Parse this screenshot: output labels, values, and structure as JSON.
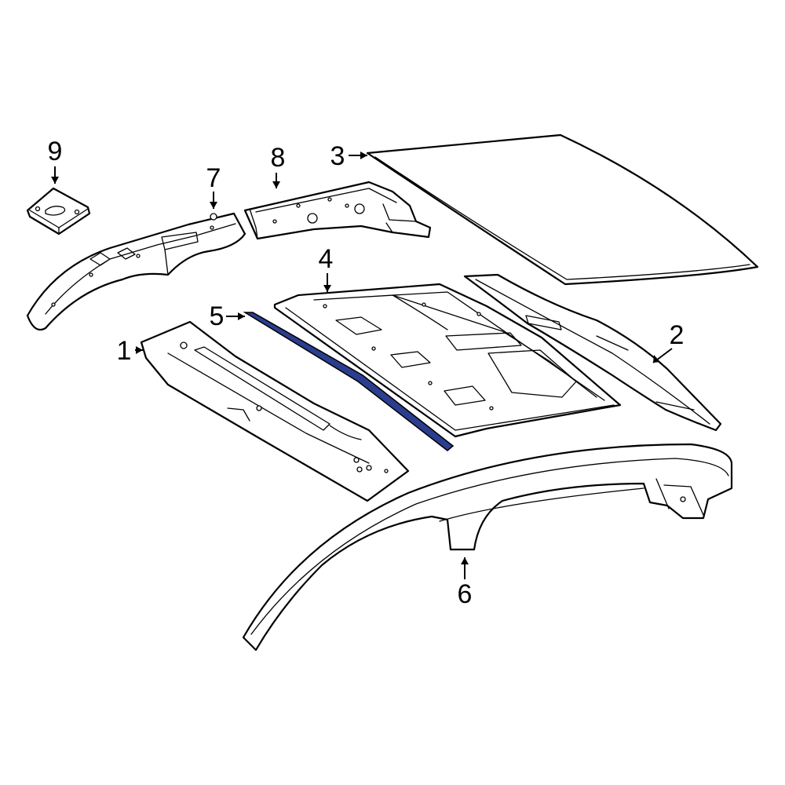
{
  "diagram": {
    "highlight_color": "#2b3d8f",
    "line_color": "#000000",
    "background": "#ffffff",
    "callouts": [
      {
        "id": "1",
        "label": "1"
      },
      {
        "id": "2",
        "label": "2"
      },
      {
        "id": "3",
        "label": "3"
      },
      {
        "id": "4",
        "label": "4"
      },
      {
        "id": "5",
        "label": "5"
      },
      {
        "id": "6",
        "label": "6"
      },
      {
        "id": "7",
        "label": "7"
      },
      {
        "id": "8",
        "label": "8"
      },
      {
        "id": "9",
        "label": "9"
      }
    ],
    "highlighted_part": "5"
  }
}
